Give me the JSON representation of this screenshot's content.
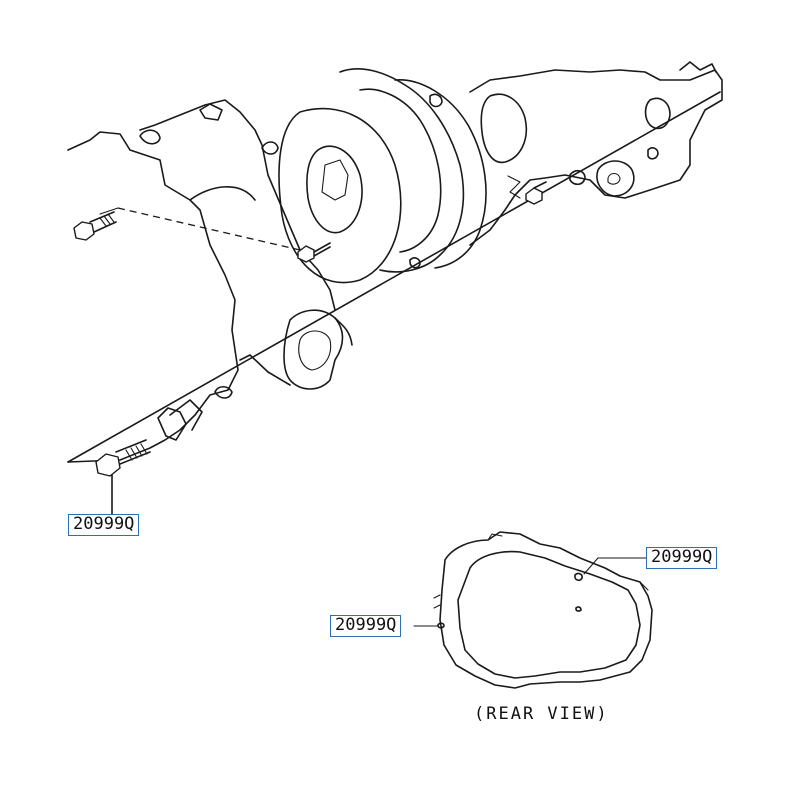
{
  "labels": {
    "bolt_front": "20999Q",
    "rear_upper": "20999Q",
    "rear_left": "20999Q"
  },
  "caption": {
    "rear_view": "(REAR VIEW)"
  },
  "colors": {
    "label_border": "#2a6fb8",
    "line": "#1a1a1a",
    "background": "#ffffff"
  }
}
